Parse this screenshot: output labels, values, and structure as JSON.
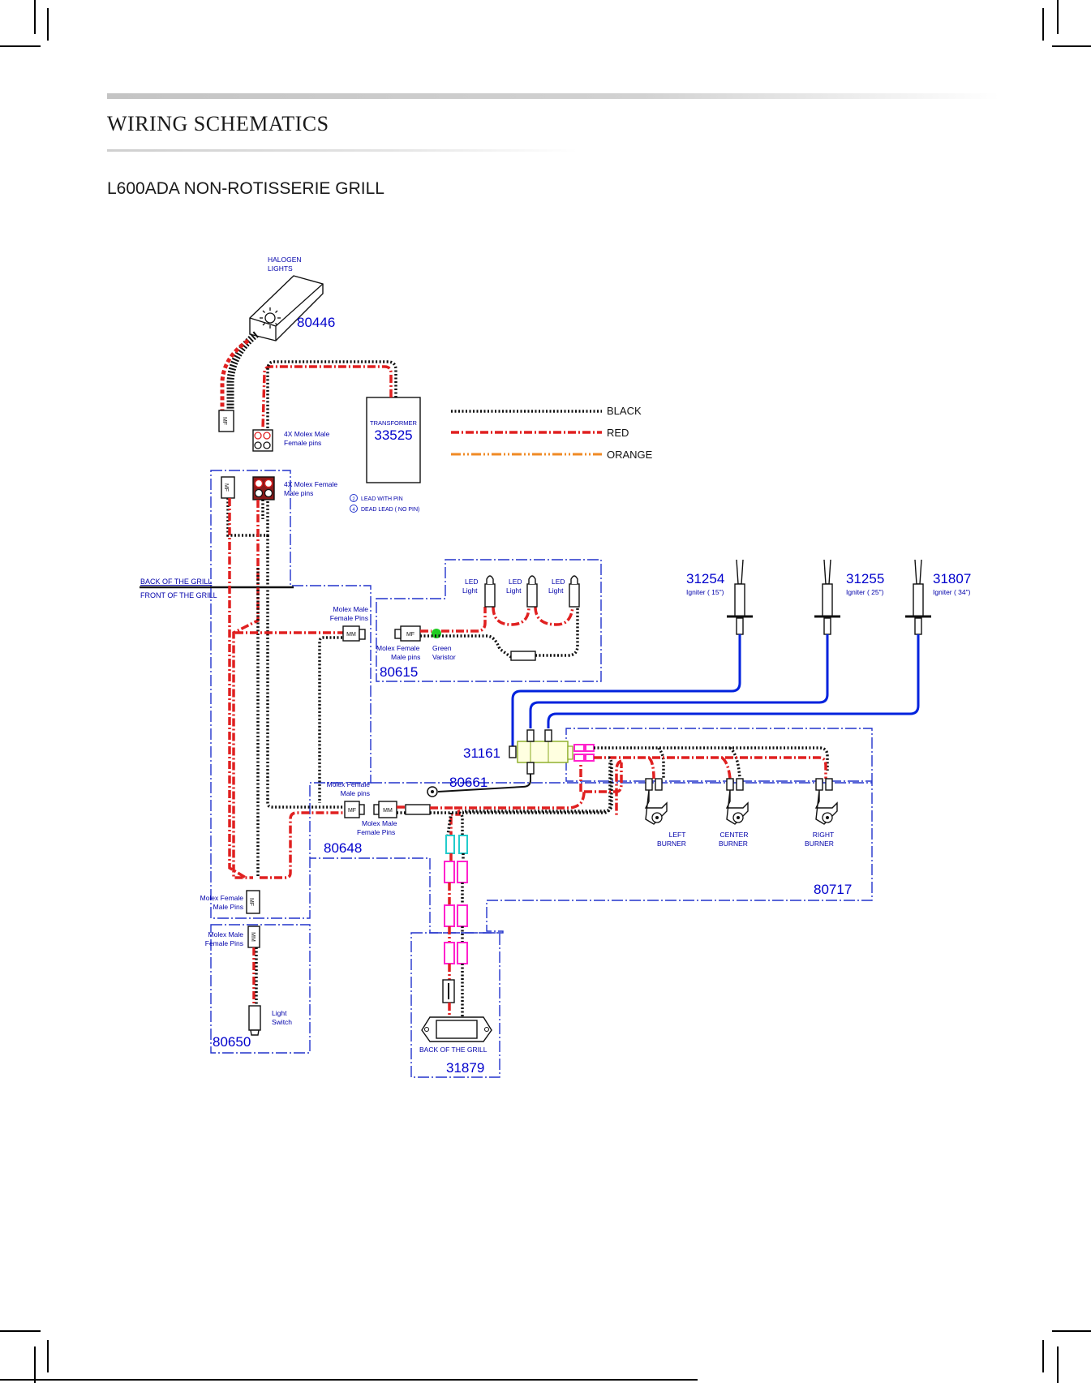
{
  "header": {
    "title": "WIRING SCHEMATICS",
    "subtitle": "L600ADA NON-ROTISSERIE GRILL"
  },
  "legend": [
    {
      "label": "BLACK",
      "color": "#111111"
    },
    {
      "label": "RED",
      "color": "#e02020"
    },
    {
      "label": "ORANGE",
      "color": "#f08a24"
    }
  ],
  "parts": {
    "halogen_lights": "80446",
    "transformer": "33525",
    "led_harness": "80615",
    "ignition_module": "31161",
    "ground_wire": "80661",
    "main_harness": "80648",
    "burner_harness": "80717",
    "light_switch_harness": "80650",
    "battery_box": "31879",
    "igniter_15": "31254",
    "igniter_25": "31255",
    "igniter_34": "31807"
  },
  "labels": {
    "halogen_lights": "HALOGEN\nLIGHTS",
    "transformer": "TRANSFORMER",
    "molex_4x_male": "4X Molex Male\nFemale pins",
    "molex_4x_female": "4X Molex Female\nMale pins",
    "lead_with_pin": "LEAD WITH PIN",
    "dead_lead": "DEAD LEAD  ( NO PIN)",
    "pin_a": "2",
    "pin_b": "4",
    "back_of_grill": "BACK OF THE GRILL",
    "front_of_grill": "FRONT OF THE GRILL",
    "led_light": "LED\nLight",
    "molex_male_female_pins": "Molex Male\nFemale Pins",
    "molex_female_male_pins": "Molex Female\nMale pins",
    "molex_female_male_pins_2": "Molex Female\nMale pins",
    "molex_male_female_pins_2": "Molex Male\nFemale Pins",
    "molex_female_male_pins_3": "Molex Female\nMale Pins",
    "molex_male_female_pins_3": "Molex Male\nFemale Pins",
    "green_varistor": "Green\nVaristor",
    "igniter_15": "Igniter  ( 15\")",
    "igniter_25": "Igniter  ( 25\")",
    "igniter_34": "Igniter  ( 34\")",
    "left_burner": "LEFT\nBURNER",
    "center_burner": "CENTER\nBURNER",
    "right_burner": "RIGHT\nBURNER",
    "light_switch": "Light\nSwitch",
    "back_of_grill_box": "BACK OF THE GRILL",
    "mf": "MF",
    "mm": "MM"
  }
}
